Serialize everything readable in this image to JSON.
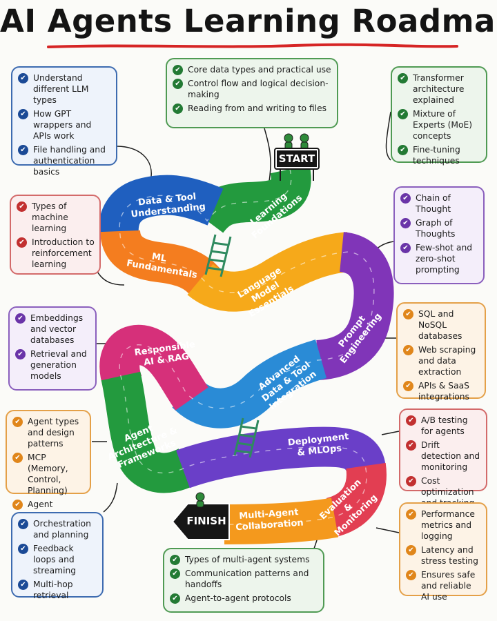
{
  "title": "AI Agents Learning Roadmap",
  "start_label": "START",
  "finish_label": "FINISH",
  "colors": {
    "blue": "#1f5fbf",
    "green": "#239a3e",
    "orange": "#f47d1f",
    "yellow": "#f6a91a",
    "purple": "#8035b8",
    "pink": "#d6307a",
    "sky": "#2a8bd6",
    "violet": "#6a3fc8",
    "red": "#e23e52",
    "amber": "#f4991d"
  },
  "stages": [
    {
      "label": "Data & Tool Understanding"
    },
    {
      "label": "Learning Foundations"
    },
    {
      "label": "ML Fundamentals"
    },
    {
      "label": "Language Model Essentials"
    },
    {
      "label": "Prompt Engineering"
    },
    {
      "label": "Responsible AI & RAG"
    },
    {
      "label": "Advanced Data & Tool Integration"
    },
    {
      "label": "Agent Architecture & Frameworks"
    },
    {
      "label": "Deployment & MLOps"
    },
    {
      "label": "Evaluation & Monitoring"
    },
    {
      "label": "Multi-Agent Collaboration"
    }
  ],
  "boxes": {
    "llm_types": [
      "Understand different LLM types",
      "How GPT wrappers and APIs work",
      "File handling and authentication basics"
    ],
    "foundations": [
      "Core data types and practical use",
      "Control flow and logical decision-making",
      "Reading from and writing to files"
    ],
    "transformer": [
      "Transformer architecture explained",
      "Mixture of Experts (MoE) concepts",
      "Fine-tuning techniques"
    ],
    "ml_types": [
      "Types of machine learning",
      "Introduction to reinforcement learning"
    ],
    "reasoning": [
      "Chain of Thought",
      "Graph of Thoughts",
      "Few-shot and zero-shot prompting"
    ],
    "embeddings": [
      "Embeddings and vector databases",
      "Retrieval and generation models"
    ],
    "data_sources": [
      "SQL and NoSQL databases",
      "Web scraping and data extraction",
      "APIs & SaaS integrations"
    ],
    "agent_types": [
      "Agent types and design patterns",
      "MCP (Memory, Control, Planning)",
      "Agent memory systems"
    ],
    "mlops": [
      "A/B testing for agents",
      "Drift detection and monitoring",
      "Cost optimization and tracking"
    ],
    "orchestration": [
      "Orchestration and planning",
      "Feedback loops and streaming",
      "Multi-hop retrieval"
    ],
    "performance": [
      "Performance metrics and logging",
      "Latency and stress testing",
      "Ensures safe and reliable AI use"
    ],
    "multi_agent": [
      "Types of multi-agent systems",
      "Communication patterns and handoffs",
      "Agent-to-agent protocols"
    ]
  }
}
